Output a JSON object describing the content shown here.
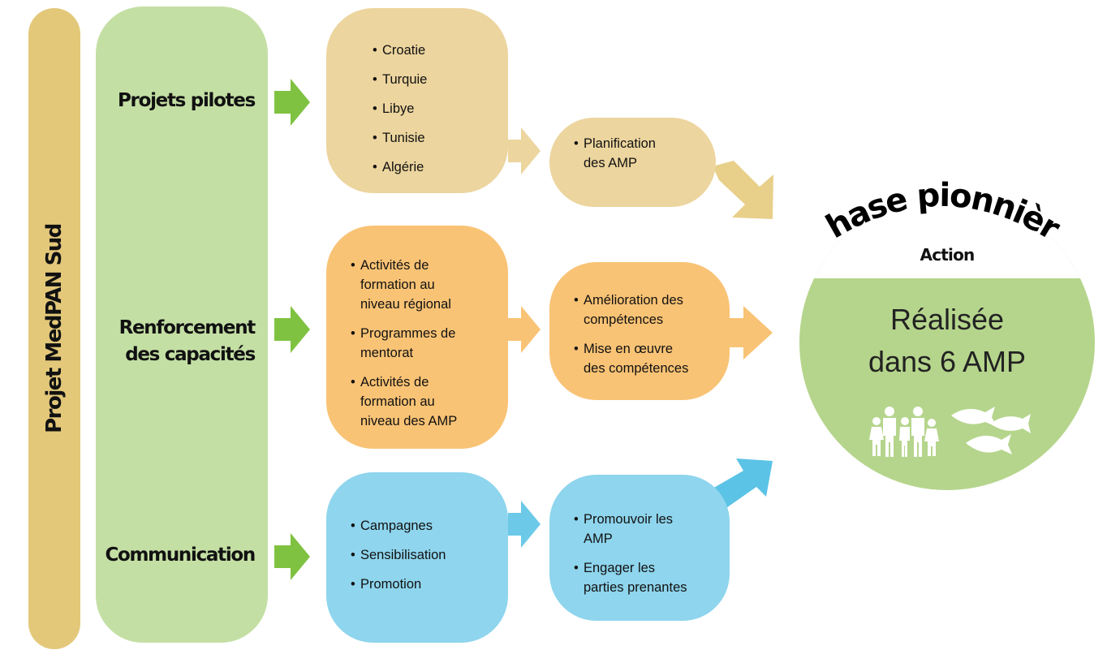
{
  "vertical_title": "Projet MedPAN Sud",
  "rows": [
    {
      "label_lines": [
        "Projets pilotes"
      ],
      "box1": [
        "Croatie",
        "Turquie",
        "Libye",
        "Tunisie",
        "Algérie"
      ],
      "box2": [
        [
          "Planification",
          "des AMP"
        ]
      ]
    },
    {
      "label_lines": [
        "Renforcement",
        "des capacités"
      ],
      "box1": [
        [
          "Activités de",
          "formation au",
          "niveau régional"
        ],
        [
          "Programmes de",
          "mentorat"
        ],
        [
          "Activités de",
          "formation au",
          "niveau des AMP"
        ]
      ],
      "box2": [
        [
          "Amélioration des",
          "compétences"
        ],
        [
          "Mise en œuvre",
          "des compétences"
        ]
      ]
    },
    {
      "label_lines": [
        "Communication"
      ],
      "box1": [
        "Campagnes",
        "Sensibilisation",
        "Promotion"
      ],
      "box2": [
        [
          "Promouvoir les",
          "AMP"
        ],
        [
          "Engager les",
          "parties prenantes"
        ]
      ]
    }
  ],
  "result": {
    "phase_title": "Phase pionnière",
    "action_label": "Action",
    "text_lines": [
      "Réalisée",
      "dans 6 AMP"
    ]
  },
  "colors": {
    "title_bar": "#e3c87a",
    "green_column": "#c4dfa4",
    "green_arrow": "#7fc241",
    "tan": "#ecd59e",
    "orange": "#f9c375",
    "blue": "#8ed5ed",
    "result_circle": "#b5d58c"
  },
  "icons": [
    "people-icon",
    "fish-icon"
  ]
}
